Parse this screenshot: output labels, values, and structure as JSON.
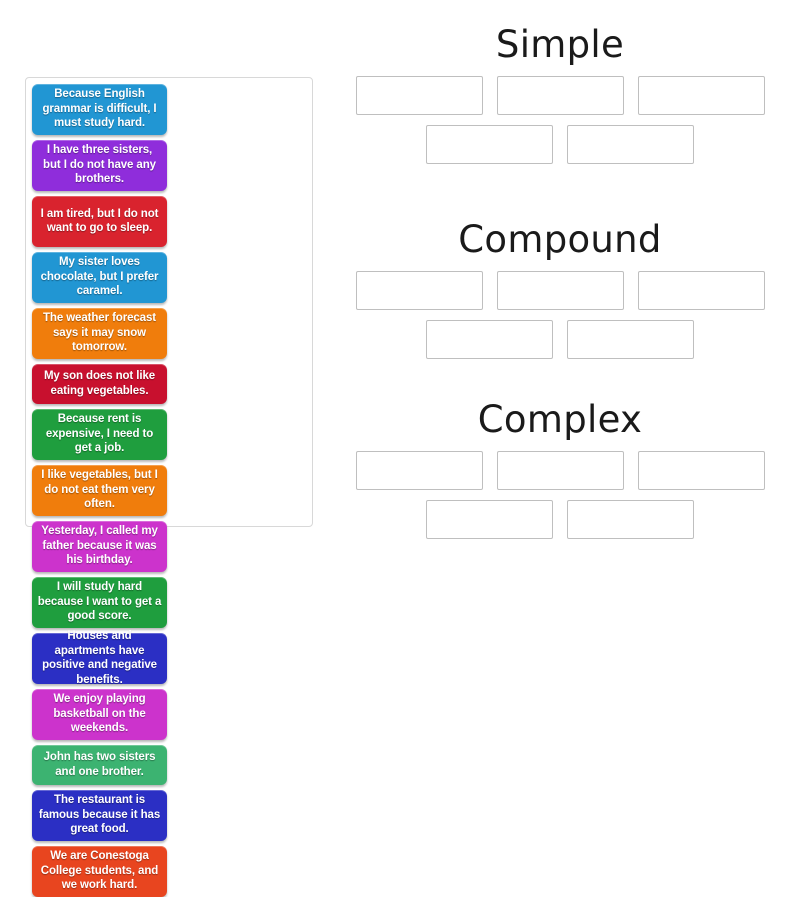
{
  "activity": {
    "type": "drag-and-drop-group-sort",
    "tile_panel_label": "unsorted-tiles"
  },
  "tiles": [
    {
      "text": "Because English grammar is difficult, I must study hard.",
      "color": "#2196d3",
      "lines": 3
    },
    {
      "text": "I have three sisters, but I do not have any brothers.",
      "color": "#8f2ddb",
      "lines": 3
    },
    {
      "text": "I am tired, but I do not want to go to sleep.",
      "color": "#d9232e",
      "lines": 3
    },
    {
      "text": "My sister loves chocolate, but I prefer caramel.",
      "color": "#2196d3",
      "lines": 3
    },
    {
      "text": "The weather forecast says it may snow tomorrow.",
      "color": "#f07d0c",
      "lines": 3
    },
    {
      "text": "My son does not like eating vegetables.",
      "color": "#c8102e",
      "lines": 2
    },
    {
      "text": "Because rent is expensive, I need to get a job.",
      "color": "#1f9e3e",
      "lines": 3
    },
    {
      "text": "I like vegetables, but I do not eat them very often.",
      "color": "#f07d0c",
      "lines": 3
    },
    {
      "text": "Yesterday, I called my father because it was his birthday.",
      "color": "#cc33cc",
      "lines": 3
    },
    {
      "text": "I will study hard because I want to get a good score.",
      "color": "#1f9e3e",
      "lines": 3
    },
    {
      "text": "Houses and apartments have positive and negative benefits.",
      "color": "#2b2fc4",
      "lines": 3
    },
    {
      "text": "We enjoy playing basketball on the weekends.",
      "color": "#cc33cc",
      "lines": 3
    },
    {
      "text": "John has two sisters and one brother.",
      "color": "#3cb371",
      "lines": 2
    },
    {
      "text": "The restaurant is famous because it has great food.",
      "color": "#2b2fc4",
      "lines": 3
    },
    {
      "text": "We are Conestoga College students, and we work hard.",
      "color": "#e8451f",
      "lines": 3
    }
  ],
  "categories": [
    {
      "title": "Simple",
      "rows": [
        [
          {
            "value": ""
          },
          {
            "value": ""
          },
          {
            "value": ""
          }
        ],
        [
          {
            "value": ""
          },
          {
            "value": ""
          }
        ]
      ]
    },
    {
      "title": "Compound",
      "rows": [
        [
          {
            "value": ""
          },
          {
            "value": ""
          },
          {
            "value": ""
          }
        ],
        [
          {
            "value": ""
          },
          {
            "value": ""
          }
        ]
      ]
    },
    {
      "title": "Complex",
      "rows": [
        [
          {
            "value": ""
          },
          {
            "value": ""
          },
          {
            "value": ""
          }
        ],
        [
          {
            "value": ""
          },
          {
            "value": ""
          }
        ]
      ]
    }
  ],
  "colors": {
    "page_background": "#ffffff",
    "panel_border": "#d8d8d8",
    "slot_border": "#bfbfbf",
    "heading_text": "#1a1a1a",
    "tile_text": "#ffffff"
  }
}
